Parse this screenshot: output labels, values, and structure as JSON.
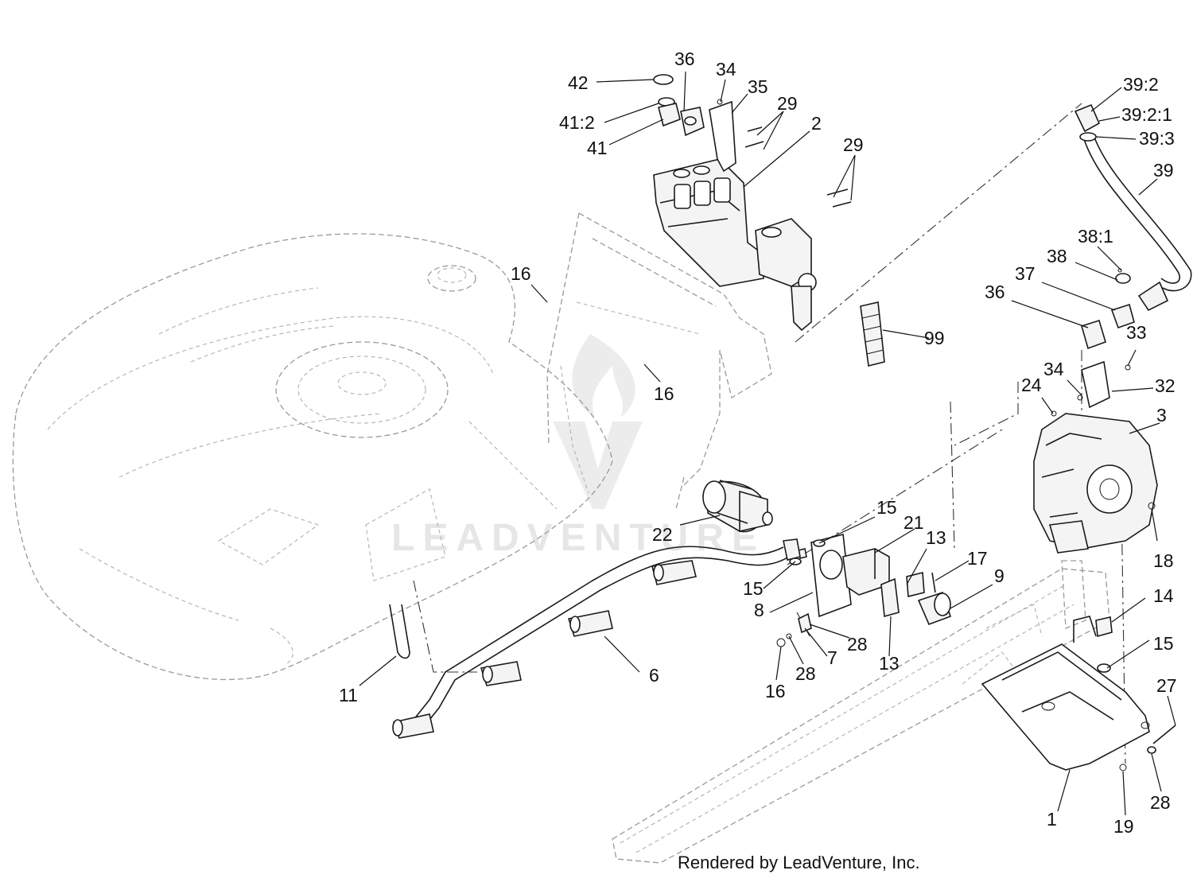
{
  "watermark": "LEADVENTURE",
  "footer": "Rendered by LeadVenture, Inc.",
  "callouts": [
    {
      "id": "c-42",
      "label": "42"
    },
    {
      "id": "c-36a",
      "label": "36"
    },
    {
      "id": "c-34a",
      "label": "34"
    },
    {
      "id": "c-35",
      "label": "35"
    },
    {
      "id": "c-41-2",
      "label": "41:2"
    },
    {
      "id": "c-41",
      "label": "41"
    },
    {
      "id": "c-29a",
      "label": "29"
    },
    {
      "id": "c-2",
      "label": "2"
    },
    {
      "id": "c-29b",
      "label": "29"
    },
    {
      "id": "c-39-2",
      "label": "39:2"
    },
    {
      "id": "c-39-2-1",
      "label": "39:2:1"
    },
    {
      "id": "c-39-3",
      "label": "39:3"
    },
    {
      "id": "c-39",
      "label": "39"
    },
    {
      "id": "c-38-1",
      "label": "38:1"
    },
    {
      "id": "c-38",
      "label": "38"
    },
    {
      "id": "c-37",
      "label": "37"
    },
    {
      "id": "c-36b",
      "label": "36"
    },
    {
      "id": "c-99",
      "label": "99"
    },
    {
      "id": "c-33",
      "label": "33"
    },
    {
      "id": "c-34b",
      "label": "34"
    },
    {
      "id": "c-32",
      "label": "32"
    },
    {
      "id": "c-24",
      "label": "24"
    },
    {
      "id": "c-3",
      "label": "3"
    },
    {
      "id": "c-16a",
      "label": "16"
    },
    {
      "id": "c-16b",
      "label": "16"
    },
    {
      "id": "c-22",
      "label": "22"
    },
    {
      "id": "c-15a",
      "label": "15"
    },
    {
      "id": "c-21",
      "label": "21"
    },
    {
      "id": "c-13a",
      "label": "13"
    },
    {
      "id": "c-17",
      "label": "17"
    },
    {
      "id": "c-9",
      "label": "9"
    },
    {
      "id": "c-18",
      "label": "18"
    },
    {
      "id": "c-15b",
      "label": "15"
    },
    {
      "id": "c-8",
      "label": "8"
    },
    {
      "id": "c-14",
      "label": "14"
    },
    {
      "id": "c-28a",
      "label": "28"
    },
    {
      "id": "c-7",
      "label": "7"
    },
    {
      "id": "c-13b",
      "label": "13"
    },
    {
      "id": "c-15c",
      "label": "15"
    },
    {
      "id": "c-6",
      "label": "6"
    },
    {
      "id": "c-28b",
      "label": "28"
    },
    {
      "id": "c-16c",
      "label": "16"
    },
    {
      "id": "c-11",
      "label": "11"
    },
    {
      "id": "c-27",
      "label": "27"
    },
    {
      "id": "c-28c",
      "label": "28"
    },
    {
      "id": "c-1",
      "label": "1"
    },
    {
      "id": "c-19",
      "label": "19"
    }
  ]
}
